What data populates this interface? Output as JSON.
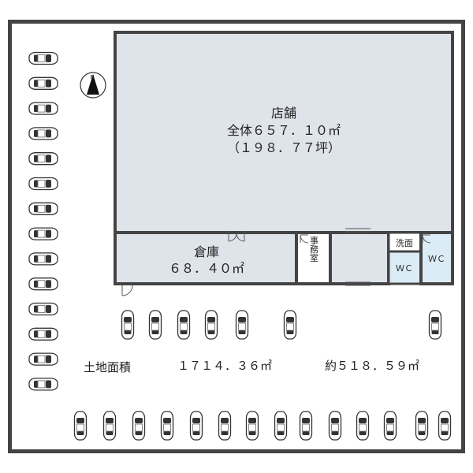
{
  "colors": {
    "line": "#444444",
    "room_fill": "#dfe3ea",
    "wc_fill": "#dcecf6",
    "car_fill": "#ffffff",
    "car_stroke": "#333333"
  },
  "rooms": {
    "store_name": "店舗",
    "store_area": "全体６５７．１０㎡",
    "store_tsubo": "（１９８．７７坪）",
    "warehouse_name": "倉庫",
    "warehouse_area": "６８．４０㎡",
    "office_label": "事務室",
    "washroom_label": "洗面",
    "wc_left_label": "ＷＣ",
    "wc_right_label": "ＷＣ"
  },
  "land": {
    "label": "土地面積",
    "area_sqm": "１７１４．３６㎡",
    "area_tsubo": "約５１８．５９㎡"
  },
  "icons": {
    "compass": "north-arrow-icon",
    "car": "car-icon",
    "door": "door-icon"
  },
  "parking": {
    "left_column_count": 14,
    "middle_row_count": 7,
    "bottom_row_count": 14
  }
}
